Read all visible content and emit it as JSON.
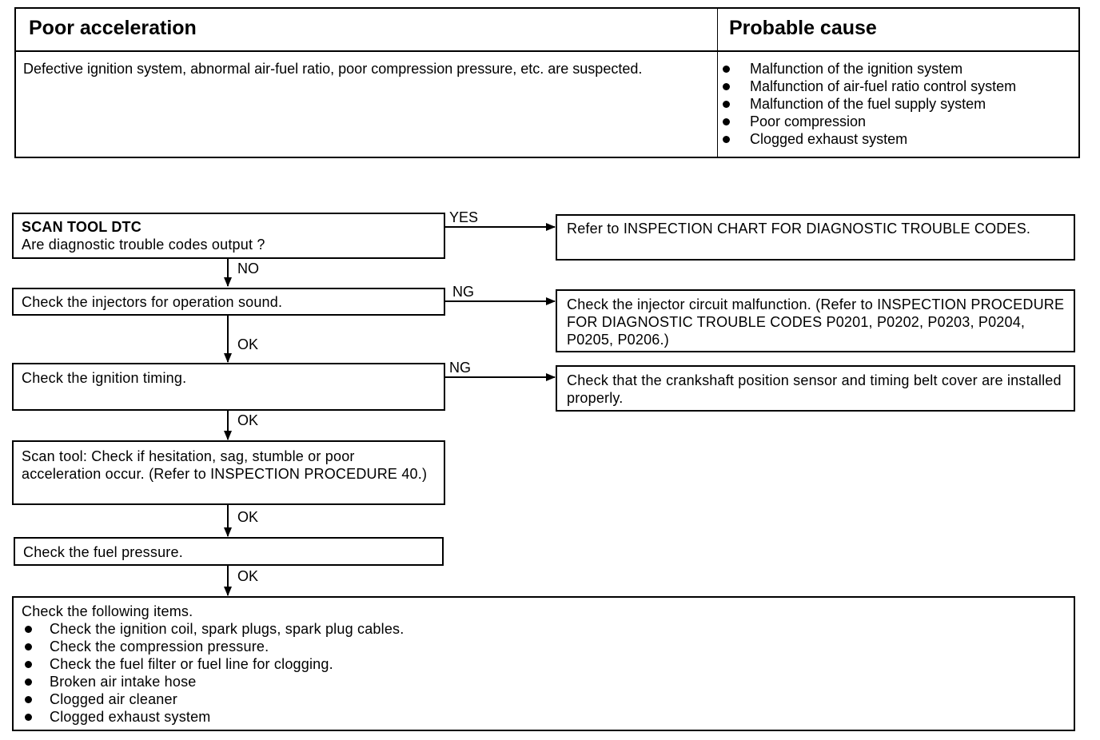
{
  "table": {
    "header_left": "Poor acceleration",
    "header_right": "Probable cause",
    "description": "Defective ignition system, abnormal air-fuel ratio, poor compression pressure, etc. are suspected.",
    "causes": [
      "Malfunction of the ignition system",
      "Malfunction of air-fuel ratio control system",
      "Malfunction of the fuel supply system",
      "Poor compression",
      "Clogged exhaust system"
    ]
  },
  "flow": {
    "step1": {
      "title": "SCAN TOOL DTC",
      "text": "Are diagnostic trouble codes output ?"
    },
    "step1_yes": "Refer to INSPECTION CHART FOR DIAGNOSTIC TROUBLE CODES.",
    "step2": "Check the injectors for operation sound.",
    "step2_ng": "Check the injector circuit malfunction. (Refer to INSPECTION PROCEDURE FOR DIAGNOSTIC TROUBLE CODES P0201, P0202, P0203, P0204, P0205, P0206.)",
    "step3": "Check the ignition timing.",
    "step3_ng": "Check that the crankshaft position sensor and timing belt cover are installed properly.",
    "step4": "Scan tool: Check if hesitation, sag, stumble or poor acceleration occur. (Refer to INSPECTION PROCEDURE 40.)",
    "step5": "Check the fuel pressure.",
    "step6": {
      "title": "Check the following items.",
      "items": [
        "Check the ignition coil, spark plugs, spark plug cables.",
        "Check the compression pressure.",
        "Check the fuel filter or fuel line for clogging.",
        "Broken air intake hose",
        "Clogged air cleaner",
        "Clogged exhaust system"
      ]
    },
    "labels": {
      "yes": "YES",
      "no": "NO",
      "ng1": "NG",
      "ng2": "NG",
      "ok1": "OK",
      "ok2": "OK",
      "ok3": "OK",
      "ok4": "OK"
    }
  }
}
